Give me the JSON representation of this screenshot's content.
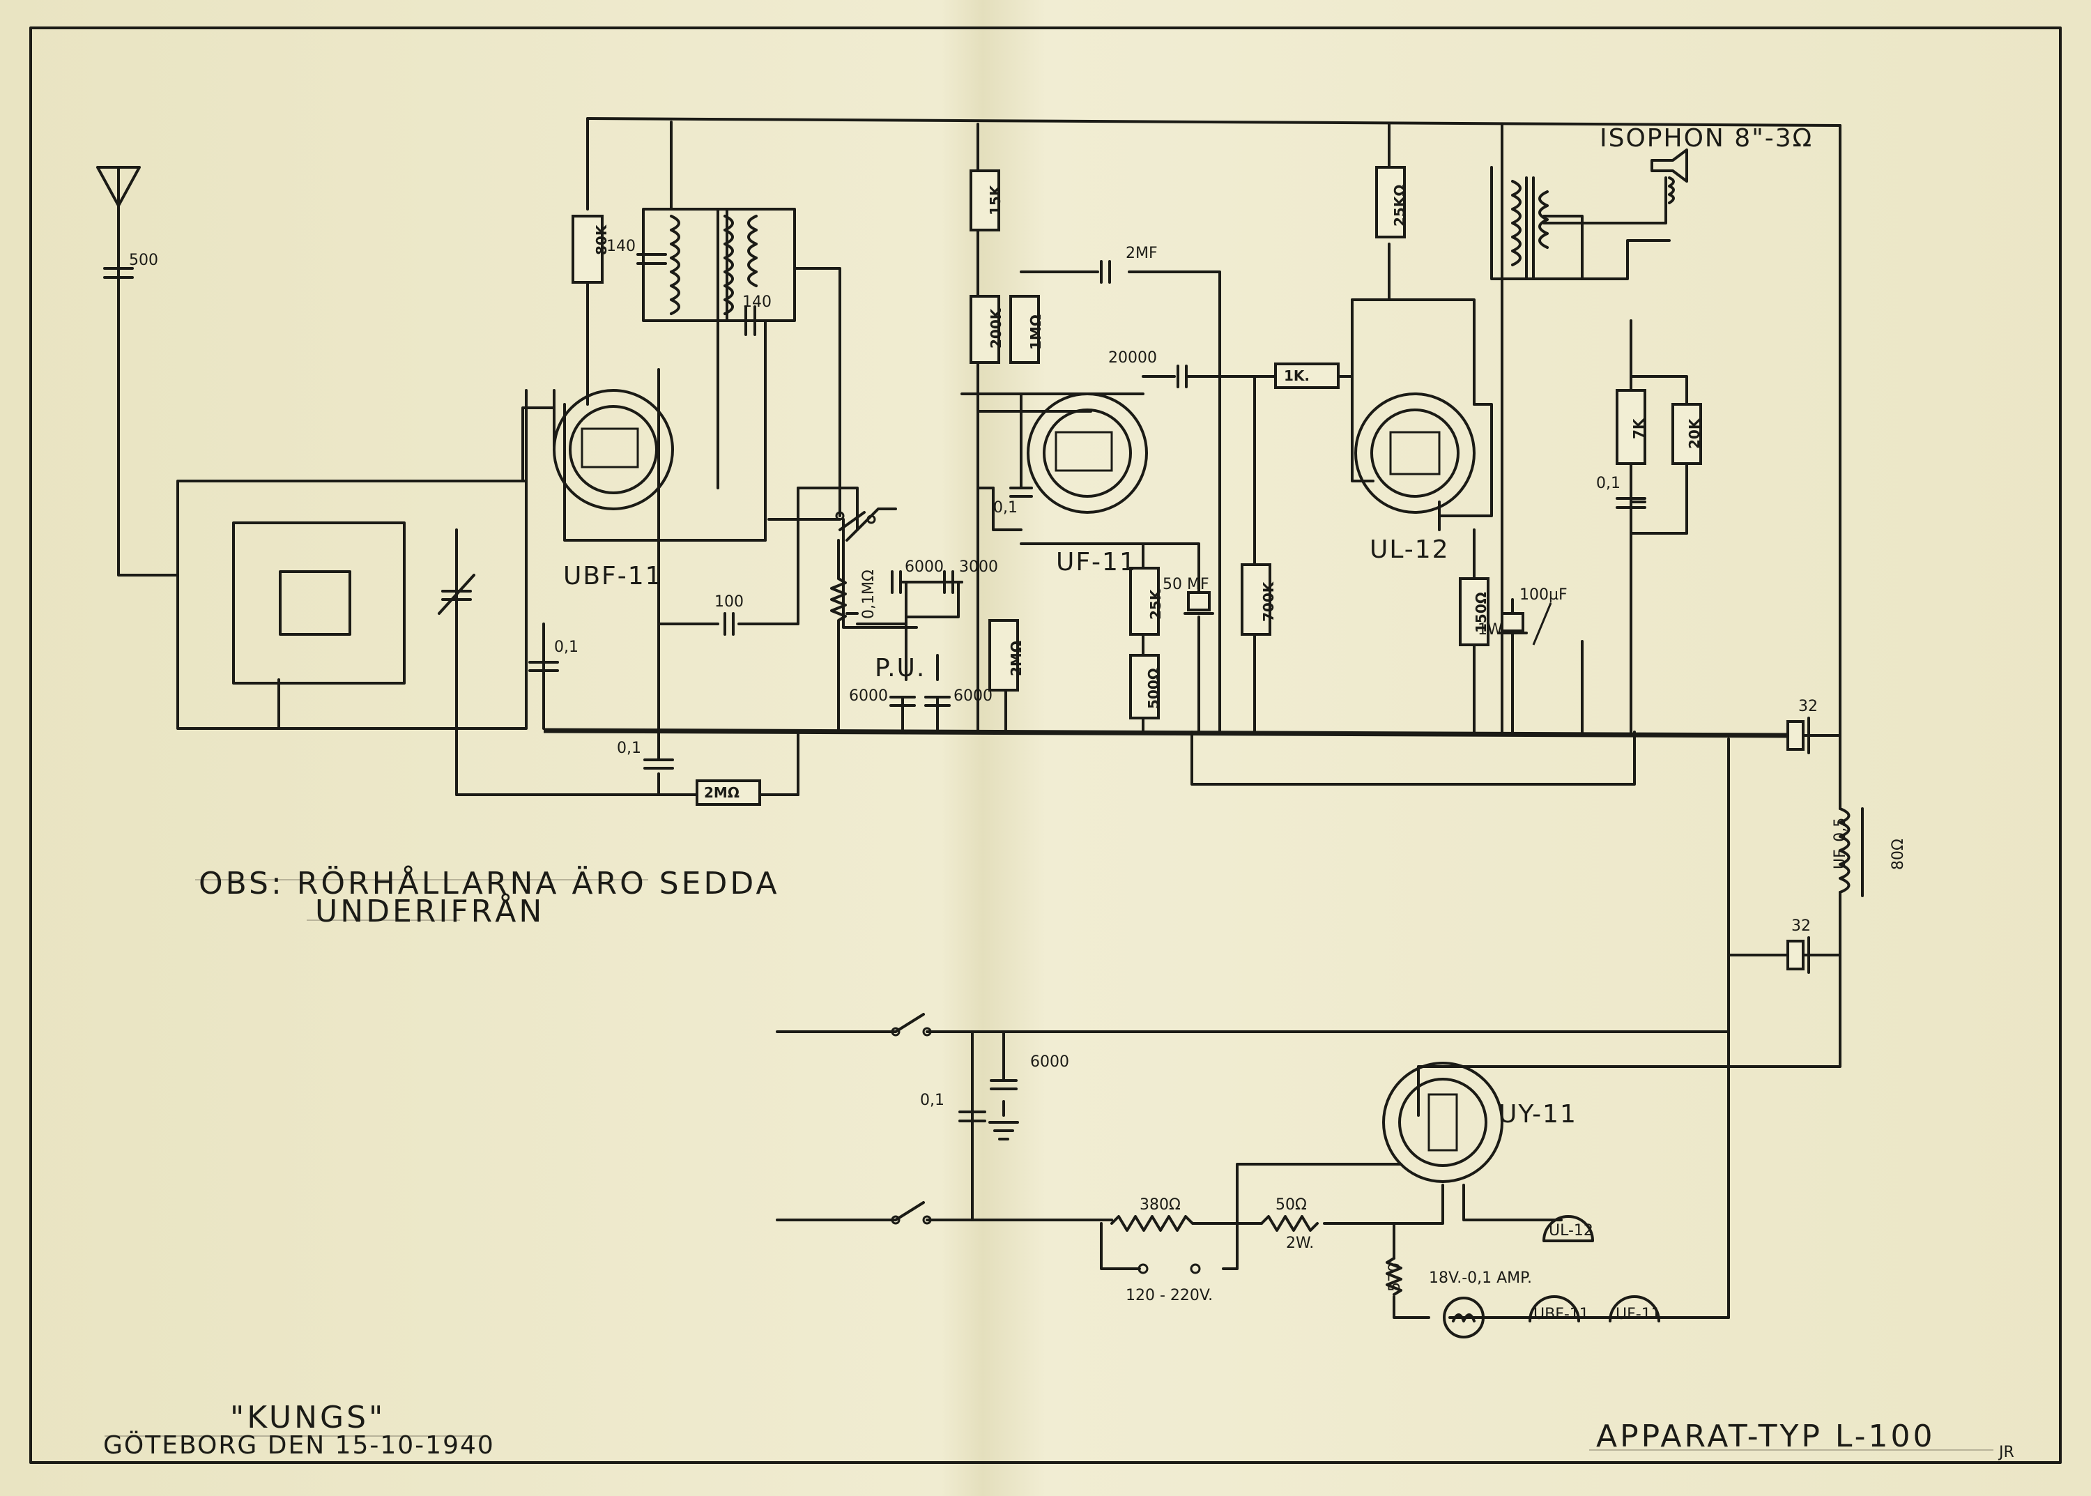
{
  "drawing": {
    "maker": "\"KUNGS\"",
    "place_date": "GÖTEBORG DEN 15-10-1940",
    "model": "APPARAT-TYP L-100",
    "signature": "JR"
  },
  "note": {
    "line1": "OBS: RÖRHÅLLARNA ÄRO SEDDA",
    "line2": "UNDERIFRÅN"
  },
  "speaker": "ISOPHON 8\"-3Ω",
  "tubes": [
    "UBF-11",
    "UF-11",
    "UL-12",
    "UY-11"
  ],
  "pilot_lamps": [
    "UL-12",
    "UBF-11",
    "UF-11"
  ],
  "components": {
    "antenna_cap": "500",
    "r_80k": "80K",
    "c_140a": "140",
    "c_140b": "140",
    "c_100": "100",
    "c_01_left": "0,1",
    "c_01_bottom": "0,1",
    "r_2mohm_bottom": "2MΩ",
    "pot": "0,1MΩ",
    "c_6000a": "6000",
    "c_3000": "3000",
    "pu": "P.U.",
    "c_6000b": "6000",
    "c_6000c": "6000",
    "r_2mohm_mid": "2MΩ",
    "r_15k": "15K",
    "c_2mf": "2MF",
    "r_200k": "200K",
    "r_1mohm": "1MΩ",
    "c_20000": "20000",
    "r_1k": "1K.",
    "c_01_uf": "0,1",
    "r_25k": "25K",
    "c_50mf": "50 MF",
    "r_500ohm": "500Ω",
    "r_700k": "700K",
    "r_25kohm": "25KΩ",
    "r_150ohm": "150Ω",
    "r_150_w": "1W",
    "c_100uf": "100µF",
    "r_7k": "7K",
    "r_20k": "20K",
    "c_01_right": "0,1",
    "c_32a": "32",
    "c_32b": "32",
    "choke_name": "UF. 0,5",
    "choke_r": "80Ω",
    "c_6000_mains": "6000",
    "c_01_mains": "0,1",
    "r_380": "380Ω",
    "r_50": "50Ω",
    "r_50_w": "2W.",
    "voltage": "120 - 220V.",
    "r_570": "570",
    "lamp_18v": "18V.-0,1 AMP."
  },
  "colors": {
    "paper": "#ece7c8",
    "ink": "#1b1b16"
  }
}
